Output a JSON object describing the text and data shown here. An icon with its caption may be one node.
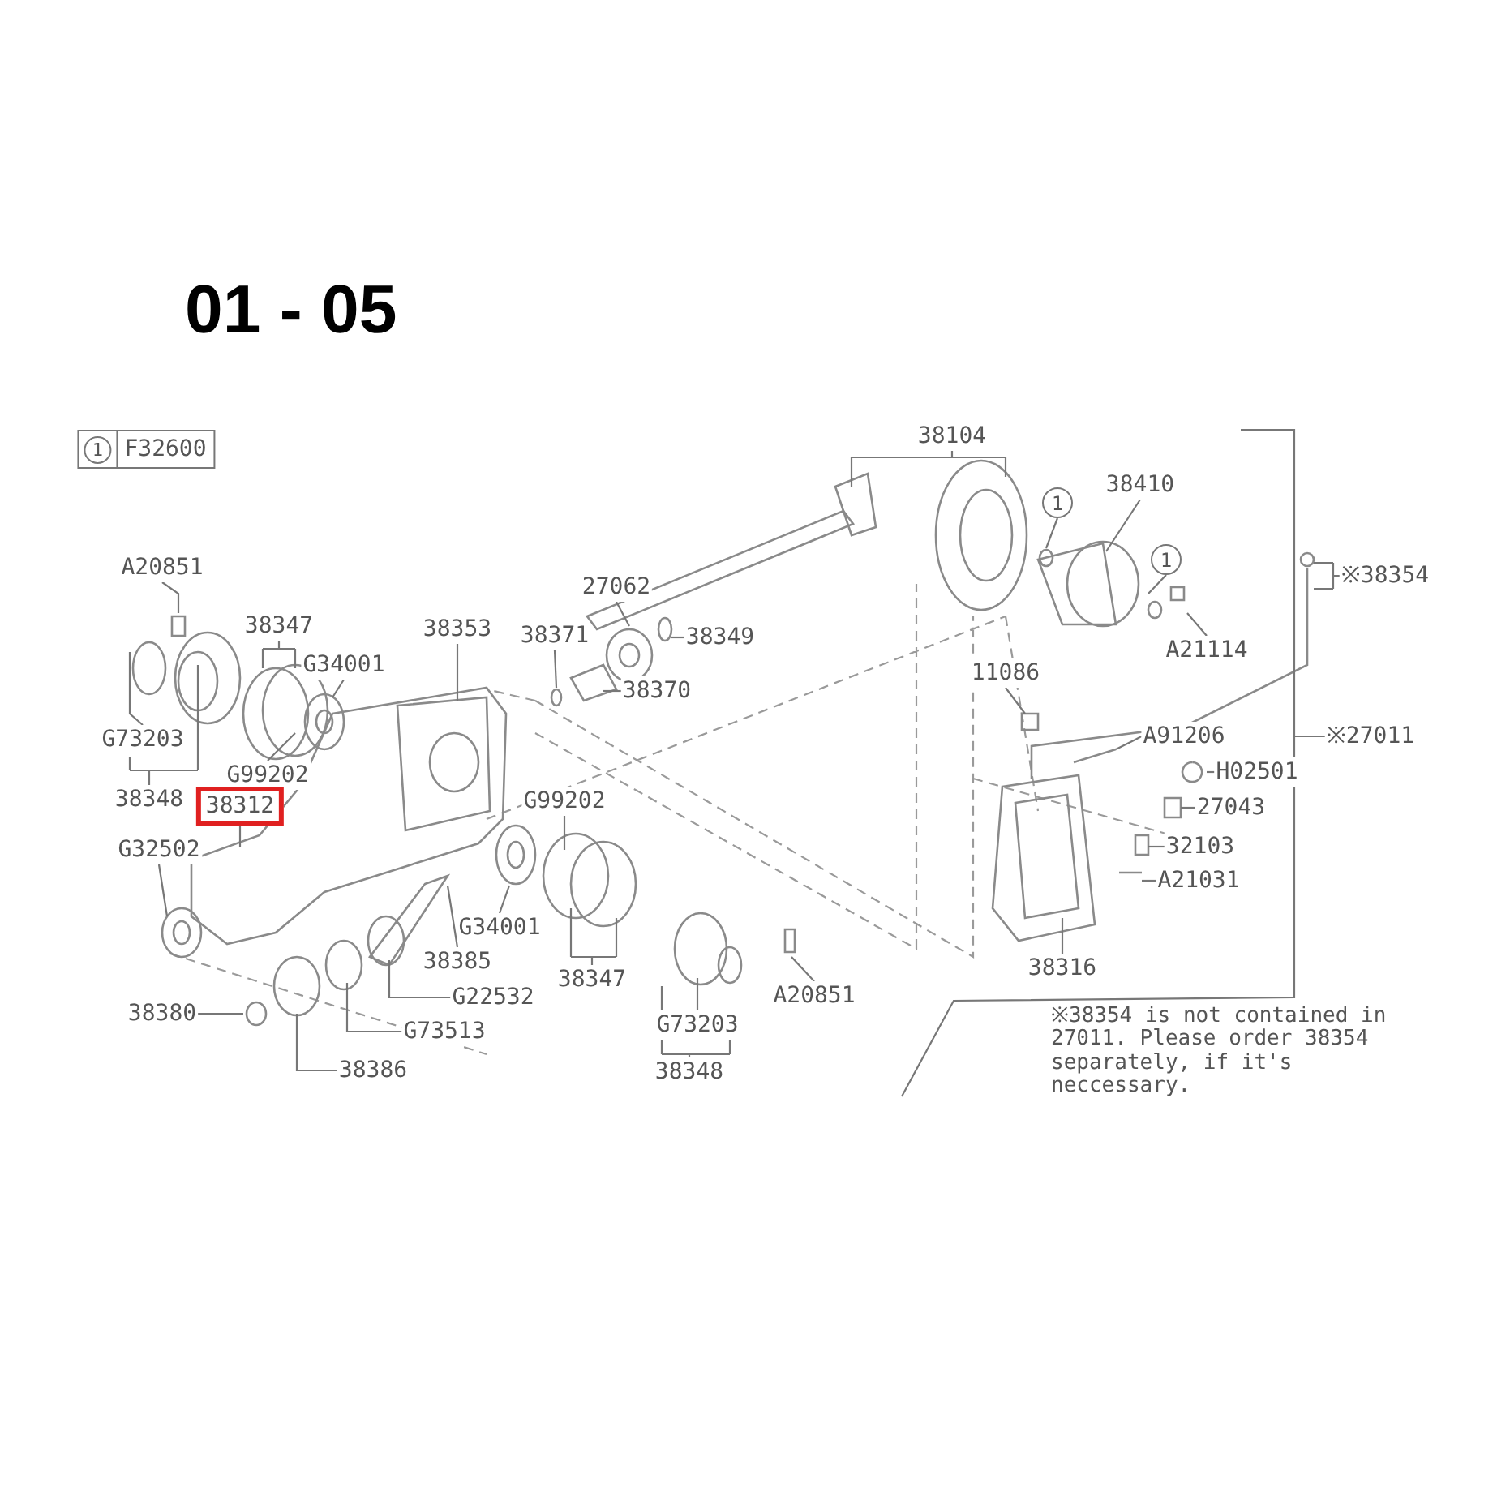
{
  "diagram": {
    "title": "01 - 05",
    "nodes": [
      {
        "text": [
          "1",
          "F32600"
        ]
      },
      {
        "text": [
          "A20851"
        ]
      },
      {
        "text": [
          "38347"
        ]
      },
      {
        "text": [
          "G34001"
        ]
      },
      {
        "text": [
          "38353"
        ]
      },
      {
        "text": [
          "38371"
        ]
      },
      {
        "text": [
          "27062"
        ]
      },
      {
        "text": [
          "38349"
        ]
      },
      {
        "text": [
          "38370"
        ]
      },
      {
        "text": [
          "38104"
        ]
      },
      {
        "text": [
          "38410"
        ]
      },
      {
        "text": [
          "A21114"
        ]
      },
      {
        "text": [
          "※38354"
        ]
      },
      {
        "text": [
          "11086"
        ]
      },
      {
        "text": [
          "A91206"
        ]
      },
      {
        "text": [
          "※27011"
        ]
      },
      {
        "text": [
          "H02501"
        ]
      },
      {
        "text": [
          "27043"
        ]
      },
      {
        "text": [
          "32103"
        ]
      },
      {
        "text": [
          "A21031"
        ]
      },
      {
        "text": [
          "38316"
        ]
      },
      {
        "text": [
          "G73203"
        ]
      },
      {
        "text": [
          "G99202"
        ]
      },
      {
        "text": [
          "38348"
        ]
      },
      {
        "text": [
          "38312"
        ]
      },
      {
        "text": [
          "G99202"
        ]
      },
      {
        "text": [
          "G32502"
        ]
      },
      {
        "text": [
          "G34001"
        ]
      },
      {
        "text": [
          "38385"
        ]
      },
      {
        "text": [
          "38347"
        ]
      },
      {
        "text": [
          "G22532"
        ]
      },
      {
        "text": [
          "A20851"
        ]
      },
      {
        "text": [
          "G73203"
        ]
      },
      {
        "text": [
          "38380"
        ]
      },
      {
        "text": [
          "G73513"
        ]
      },
      {
        "text": [
          "38386"
        ]
      },
      {
        "text": [
          "38348"
        ]
      },
      {
        "text": [
          "1"
        ]
      },
      {
        "text": [
          "1"
        ]
      }
    ],
    "edges": [
      {
        "from": 1,
        "to": null,
        "arrow": "none"
      },
      {
        "from": 2,
        "to": null,
        "arrow": "none"
      },
      {
        "from": 3,
        "to": null,
        "arrow": "none"
      },
      {
        "from": 4,
        "to": null,
        "arrow": "none"
      },
      {
        "from": 5,
        "to": null,
        "arrow": "none"
      },
      {
        "from": 6,
        "to": null,
        "arrow": "none"
      },
      {
        "from": 7,
        "to": null,
        "arrow": "none"
      },
      {
        "from": 8,
        "to": null,
        "arrow": "none"
      },
      {
        "from": 9,
        "to": null,
        "arrow": "none"
      },
      {
        "from": 10,
        "to": null,
        "arrow": "none"
      },
      {
        "from": 11,
        "to": null,
        "arrow": "none"
      },
      {
        "from": 12,
        "to": null,
        "arrow": "none"
      },
      {
        "from": 13,
        "to": null,
        "arrow": "none"
      },
      {
        "from": 14,
        "to": null,
        "arrow": "none"
      },
      {
        "from": 15,
        "to": null,
        "arrow": "none"
      },
      {
        "from": 16,
        "to": null,
        "arrow": "none"
      },
      {
        "from": 17,
        "to": null,
        "arrow": "none"
      },
      {
        "from": 18,
        "to": null,
        "arrow": "none"
      },
      {
        "from": 19,
        "to": null,
        "arrow": "none"
      },
      {
        "from": 20,
        "to": null,
        "arrow": "none"
      },
      {
        "from": 21,
        "to": null,
        "arrow": "none"
      },
      {
        "from": 22,
        "to": null,
        "arrow": "none"
      },
      {
        "from": 23,
        "to": null,
        "arrow": "none"
      },
      {
        "from": 24,
        "to": null,
        "arrow": "none"
      },
      {
        "from": 25,
        "to": null,
        "arrow": "none"
      },
      {
        "from": 26,
        "to": null,
        "arrow": "none"
      },
      {
        "from": 27,
        "to": null,
        "arrow": "none"
      },
      {
        "from": 28,
        "to": null,
        "arrow": "none"
      },
      {
        "from": 29,
        "to": null,
        "arrow": "none"
      },
      {
        "from": 30,
        "to": null,
        "arrow": "none"
      },
      {
        "from": 31,
        "to": null,
        "arrow": "none"
      },
      {
        "from": 32,
        "to": null,
        "arrow": "none"
      },
      {
        "from": 33,
        "to": null,
        "arrow": "none"
      },
      {
        "from": 34,
        "to": null,
        "arrow": "none"
      },
      {
        "from": 35,
        "to": null,
        "arrow": "none"
      },
      {
        "from": 36,
        "to": null,
        "arrow": "none"
      },
      {
        "from": 37,
        "to": null,
        "arrow": "none"
      },
      {
        "from": 38,
        "to": null,
        "arrow": "none"
      }
    ],
    "labels": [
      "※38354 is not contained in 27011. Please order 38354 separately, if it's neccessary."
    ]
  }
}
